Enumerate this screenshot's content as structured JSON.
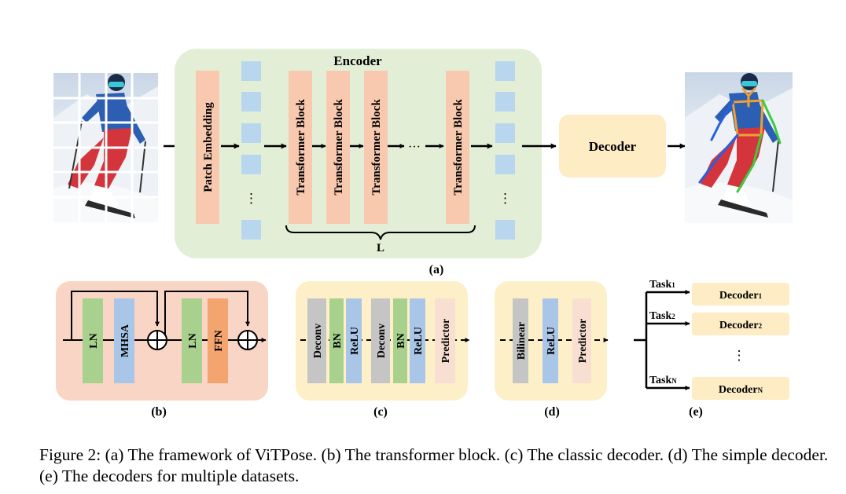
{
  "panel_a": {
    "encoder_title": "Encoder",
    "patch_embedding": "Patch Embedding",
    "transformer_block": "Transformer Block",
    "ellipsis_h": "···",
    "ellipsis_v": "⋮",
    "L_label": "L",
    "decoder": "Decoder",
    "panel_label": "(a)"
  },
  "panel_b": {
    "ln": "LN",
    "mhsa": "MHSA",
    "ffn": "FFN",
    "panel_label": "(b)"
  },
  "panel_c": {
    "deconv": "Deconv",
    "bn": "BN",
    "relu": "ReLU",
    "predictor": "Predictor",
    "panel_label": "(c)"
  },
  "panel_d": {
    "bilinear": "Bilinear",
    "relu": "ReLU",
    "predictor": "Predictor",
    "panel_label": "(d)"
  },
  "panel_e": {
    "task1": "Task",
    "task1_sub": "1",
    "task2": "Task",
    "task2_sub": "2",
    "taskN": "Task",
    "taskN_sub": "N",
    "decoder": "Decoder",
    "sub1": "1",
    "sub2": "2",
    "subN": "N",
    "ellipsis_v": "⋮",
    "panel_label": "(e)"
  },
  "caption": "Figure 2: (a) The framework of ViTPose. (b) The transformer block. (c) The classic decoder. (d) The simple decoder. (e) The decoders for multiple datasets.",
  "colors": {
    "encoder_bg": "#e3eed6",
    "orange_block": "#f8c9ae",
    "token_blue": "#b8d7ef",
    "decoder_bg": "#fdecc4",
    "panel_b_bg": "#f8d5c5",
    "panel_cd_bg": "#fdf0c8",
    "ln_green": "#a8d18d",
    "mhsa_blue": "#a9c6e8",
    "ffn_orange": "#f4a46e",
    "deconv_gray": "#c5c5c5",
    "predictor_pink": "#f8dfd2",
    "keypoint_orange": "#f0a030",
    "keypoint_green": "#3ccc3c",
    "keypoint_blue": "#2860e0"
  }
}
